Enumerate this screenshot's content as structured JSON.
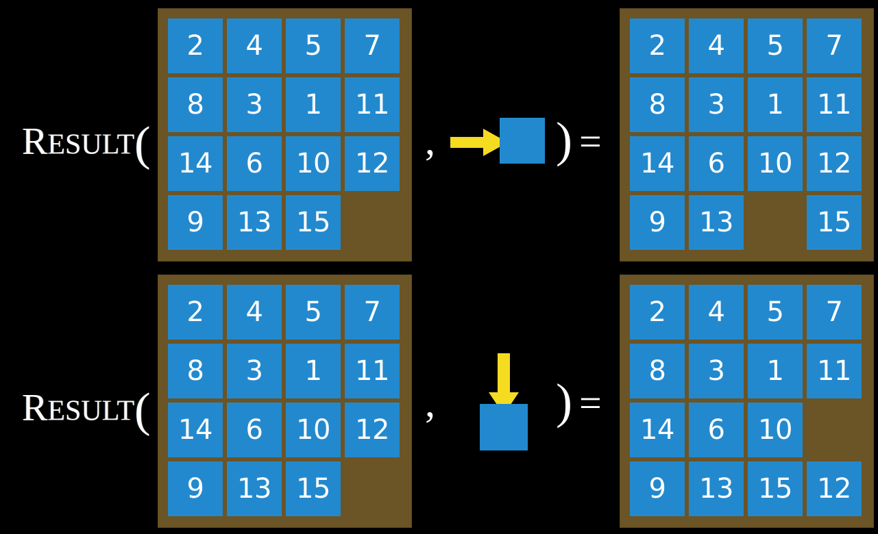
{
  "colors": {
    "background": "#000000",
    "board": "#6b5426",
    "tile": "#2389ce",
    "tile_text": "#ffffff",
    "arrow": "#f5dc21",
    "text": "#ffffff"
  },
  "rows": [
    {
      "id": "row-move-right",
      "label": {
        "initial": "R",
        "rest": "ESULT",
        "open_paren": "(",
        "full": "RESULT("
      },
      "comma": ",",
      "close_paren": ")",
      "equals": "=",
      "operand": {
        "icon": "arrow-right-icon",
        "direction": "right",
        "tile_label": ""
      },
      "input_board": {
        "name": "input-board-right-move",
        "grid": [
          [
            "2",
            "4",
            "5",
            "7"
          ],
          [
            "8",
            "3",
            "1",
            "11"
          ],
          [
            "14",
            "6",
            "10",
            "12"
          ],
          [
            "9",
            "13",
            "15",
            ""
          ]
        ]
      },
      "output_board": {
        "name": "output-board-right-move",
        "grid": [
          [
            "2",
            "4",
            "5",
            "7"
          ],
          [
            "8",
            "3",
            "1",
            "11"
          ],
          [
            "14",
            "6",
            "10",
            "12"
          ],
          [
            "9",
            "13",
            "",
            "15"
          ]
        ]
      }
    },
    {
      "id": "row-move-down",
      "label": {
        "initial": "R",
        "rest": "ESULT",
        "open_paren": "(",
        "full": "RESULT("
      },
      "comma": ",",
      "close_paren": ")",
      "equals": "=",
      "operand": {
        "icon": "arrow-down-icon",
        "direction": "down",
        "tile_label": ""
      },
      "input_board": {
        "name": "input-board-down-move",
        "grid": [
          [
            "2",
            "4",
            "5",
            "7"
          ],
          [
            "8",
            "3",
            "1",
            "11"
          ],
          [
            "14",
            "6",
            "10",
            "12"
          ],
          [
            "9",
            "13",
            "15",
            ""
          ]
        ]
      },
      "output_board": {
        "name": "output-board-down-move",
        "grid": [
          [
            "2",
            "4",
            "5",
            "7"
          ],
          [
            "8",
            "3",
            "1",
            "11"
          ],
          [
            "14",
            "6",
            "10",
            ""
          ],
          [
            "9",
            "13",
            "15",
            "12"
          ]
        ]
      }
    }
  ]
}
